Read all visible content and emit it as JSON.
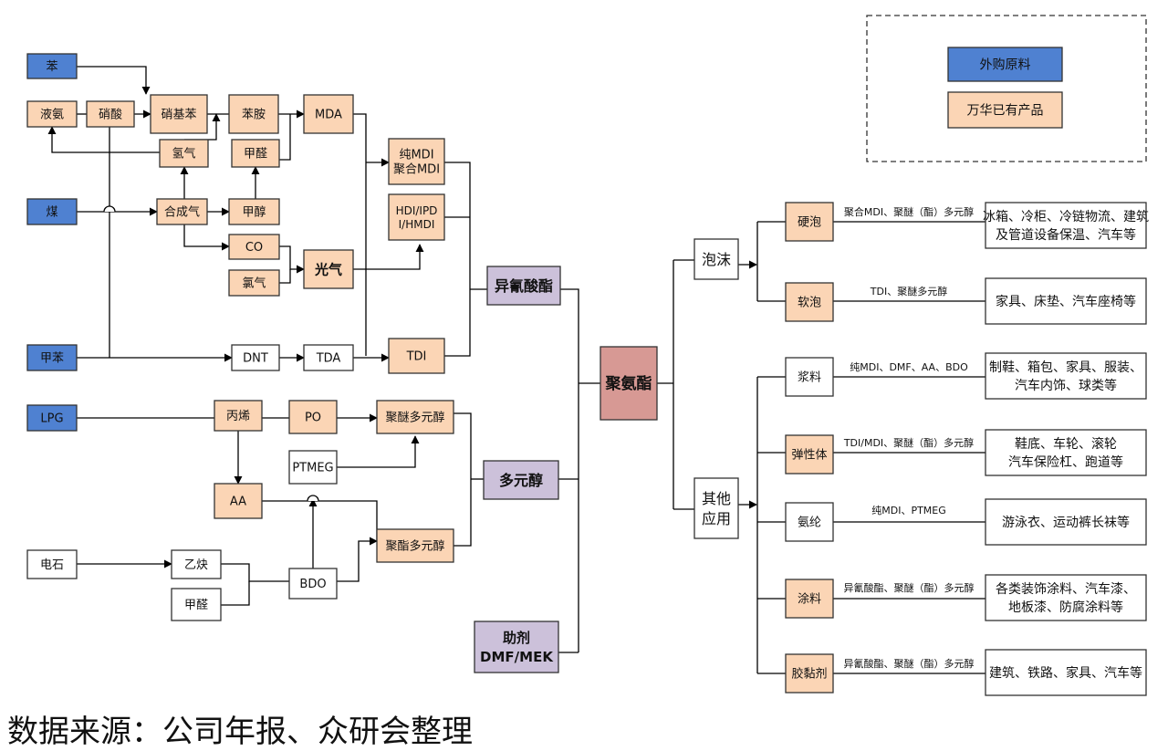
{
  "colors": {
    "purchased": "#4f81d1",
    "product": "#fbd5b5",
    "white": "#ffffff",
    "hub": "#d79994",
    "group": "#ccc1da",
    "highlight": "#ff0000"
  },
  "legend": {
    "purchased": "外购原料",
    "product": "万华已有产品"
  },
  "nodes": {
    "ben": "苯",
    "yean": "液氨",
    "xiaosuan": "硝酸",
    "xiaojiben": "硝基苯",
    "benan": "苯胺",
    "mda": "MDA",
    "qingqi": "氢气",
    "jiaquan1": "甲醛",
    "mei": "煤",
    "hechengqi": "合成气",
    "jiachun": "甲醇",
    "co": "CO",
    "lvqi": "氯气",
    "guangqi": "光气",
    "pure_mdi": [
      "纯MDI",
      "聚合MDI"
    ],
    "hdi": [
      "HDI/IPD",
      "I/HMDI"
    ],
    "jiaben": "甲苯",
    "dnt": "DNT",
    "tda": "TDA",
    "tdi": "TDI",
    "lpg": "LPG",
    "bingxi": "丙烯",
    "po": "PO",
    "polyether": "聚醚多元醇",
    "ptmeg": "PTMEG",
    "aa": "AA",
    "diansh": "电石",
    "yique": "乙炔",
    "jiaquan2": "甲醛",
    "bdo": "BDO",
    "polyester": "聚酯多元醇",
    "isocyanate": "异氰酸酯",
    "polyol": "多元醇",
    "additive": [
      "助剂",
      "DMF/MEK"
    ],
    "pu": "聚氨酯",
    "foam": "泡沫",
    "other": [
      "其他",
      "应用"
    ],
    "rigid": "硬泡",
    "soft": "软泡",
    "slurry": "浆料",
    "elastomer": "弹性体",
    "spandex": "氨纶",
    "coating": "涂料",
    "adhesive": "胶黏剂"
  },
  "edge_labels": {
    "rigid": "聚合MDI、聚醚（酯）多元醇",
    "soft": "TDI、聚醚多元醇",
    "slurry": "纯MDI、DMF、AA、BDO",
    "elastomer": "TDI/MDI、聚醚（酯）多元醇",
    "spandex": "纯MDI、PTMEG",
    "coating": "异氰酸酯、聚醚（酯）多元醇",
    "adhesive": "异氰酸酯、聚醚（酯）多元醇"
  },
  "applications": {
    "rigid": [
      "冰箱、冷柜、冷链物流、建筑",
      "及管道设备保温、汽车等"
    ],
    "soft": [
      "家具、床垫、汽车座椅等"
    ],
    "slurry": [
      "制鞋、箱包、家具、服装、",
      "汽车内饰、球类等"
    ],
    "elastomer": [
      "鞋底、车轮、滚轮",
      "汽车保险杠、跑道等"
    ],
    "spandex": [
      "游泳衣、运动裤长袜等"
    ],
    "coating": [
      "各类装饰涂料、汽车漆、",
      "地板漆、防腐涂料等"
    ],
    "adhesive": [
      "建筑、铁路、家具、汽车等"
    ]
  },
  "source": "数据来源：公司年报、众研会整理"
}
